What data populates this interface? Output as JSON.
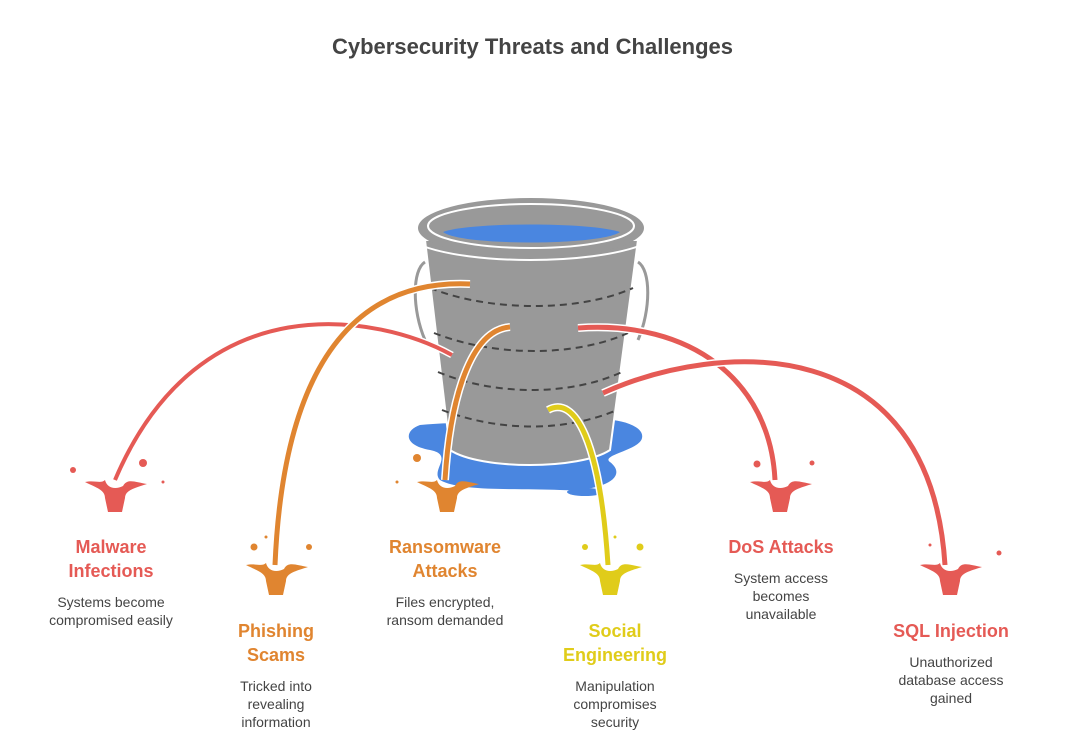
{
  "title": "Cybersecurity Threats and Challenges",
  "colors": {
    "red": "#e55a55",
    "orange": "#e08530",
    "yellow": "#e0cc1a",
    "bucket": "#999999",
    "water": "#4a86e0",
    "text": "#444444"
  },
  "items": [
    {
      "title_line1": "Malware",
      "title_line2": "Infections",
      "desc": [
        "Systems become",
        "compromised easily"
      ],
      "color": "#e55a55"
    },
    {
      "title_line1": "Phishing",
      "title_line2": "Scams",
      "desc": [
        "Tricked into",
        "revealing",
        "information"
      ],
      "color": "#e08530"
    },
    {
      "title_line1": "Ransomware",
      "title_line2": "Attacks",
      "desc": [
        "Files encrypted,",
        "ransom demanded"
      ],
      "color": "#e08530"
    },
    {
      "title_line1": "Social",
      "title_line2": "Engineering",
      "desc": [
        "Manipulation",
        "compromises",
        "security"
      ],
      "color": "#e0cc1a"
    },
    {
      "title_line1": "DoS Attacks",
      "title_line2": "",
      "desc": [
        "System access",
        "becomes",
        "unavailable"
      ],
      "color": "#e55a55"
    },
    {
      "title_line1": "SQL Injection",
      "title_line2": "",
      "desc": [
        "Unauthorized",
        "database access",
        "gained"
      ],
      "color": "#e55a55"
    }
  ]
}
